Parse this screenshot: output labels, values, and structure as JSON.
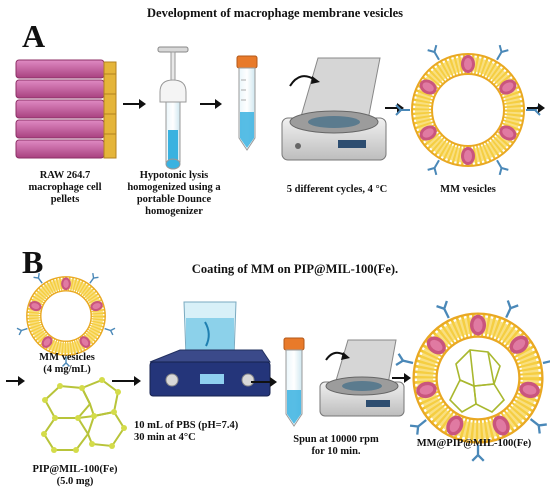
{
  "panel_a": {
    "letter": "A",
    "title": "Development of macrophage membrane vesicles",
    "captions": {
      "cells": [
        "RAW 264.7",
        "macrophage cell",
        "pellets"
      ],
      "lysis": [
        "Hypotonic lysis",
        "homogenized using a",
        "portable Dounce",
        "homogenizer"
      ],
      "centrifuge": "5 different cycles, 4 °C",
      "vesicles": "MM vesicles"
    }
  },
  "panel_b": {
    "letter": "B",
    "title": "Coating of MM on PIP@MIL-100(Fe).",
    "captions": {
      "mm_vesicles": [
        "MM vesicles",
        "(4 mg/mL)"
      ],
      "pip": [
        "PIP@MIL-100(Fe)",
        "(5.0 mg)"
      ],
      "stirrer": [
        "10 mL of PBS (pH=7.4)",
        "30 min at 4°C"
      ],
      "spin": [
        "Spun at 10000 rpm",
        "for 10 min."
      ],
      "product": "MM@PIP@MIL-100(Fe)"
    }
  },
  "colors": {
    "flask_pink": "#c2589b",
    "flask_cap": "#e5b53a",
    "membrane_yellow": "#f2c531",
    "protein_pink": "#c9557e",
    "receptor_blue": "#4a88b8",
    "mof_green": "#b8c43a",
    "tube_liquid": "#3ab2e0",
    "tube_cap": "#e87a2a"
  }
}
